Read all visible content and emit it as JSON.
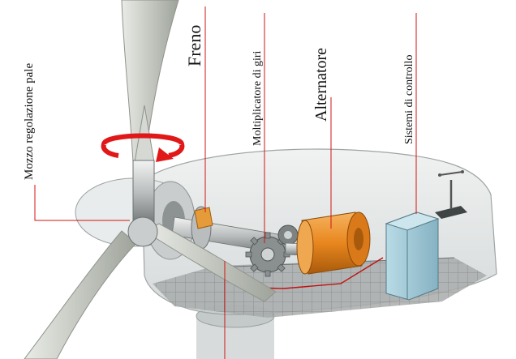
{
  "labels": {
    "hub": "Mozzo regolazione pale",
    "brake": "Freno",
    "gearbox": "Moltiplicatore di giri",
    "alternator": "Alternatore",
    "control": "Sistemi di controllo"
  },
  "colors": {
    "leader_line": "#d21414",
    "rotation_arrow": "#e01818",
    "alternator": "#e8861e",
    "control_box": "#9cc6d4",
    "nacelle": "#dfe3e3",
    "blade": "#cfd3cc"
  },
  "icons": [
    "rotation-arrow-icon",
    "wind-vane-icon"
  ]
}
